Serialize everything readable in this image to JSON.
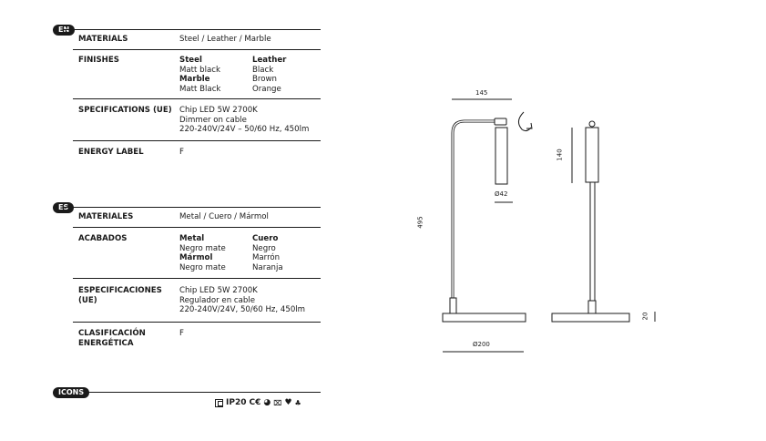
{
  "en": {
    "tag": "EN",
    "rows": [
      {
        "label": "MATERIALS",
        "value": "Steel / Leather / Marble"
      },
      {
        "label": "FINISHES",
        "groups": {
          "col1": [
            {
              "t": "Steel",
              "b": true
            },
            {
              "t": "Matt black"
            },
            {
              "t": "Marble",
              "b": true
            },
            {
              "t": "Matt Black"
            }
          ],
          "col2": [
            {
              "t": "Leather",
              "b": true
            },
            {
              "t": "Black"
            },
            {
              "t": "Brown"
            },
            {
              "t": "Orange"
            }
          ]
        }
      },
      {
        "label": "SPECIFICATIONS (UE)",
        "lines": [
          "Chip LED 5W 2700K",
          "Dimmer on cable",
          "220-240V/24V – 50/60 Hz, 450lm"
        ]
      },
      {
        "label": "ENERGY LABEL",
        "value": "F"
      }
    ]
  },
  "es": {
    "tag": "ES",
    "rows": [
      {
        "label": "MATERIALES",
        "value": "Metal / Cuero / Mármol"
      },
      {
        "label": "ACABADOS",
        "groups": {
          "col1": [
            {
              "t": "Metal",
              "b": true
            },
            {
              "t": "Negro mate"
            },
            {
              "t": "Mármol",
              "b": true
            },
            {
              "t": "Negro mate"
            }
          ],
          "col2": [
            {
              "t": "Cuero",
              "b": true
            },
            {
              "t": "Negro"
            },
            {
              "t": "Marrón"
            },
            {
              "t": "Naranja"
            }
          ]
        }
      },
      {
        "label": "ESPECIFICACIONES (UE)",
        "lines": [
          "Chip LED 5W 2700K",
          "Regulador en cable",
          "220-240V/24V, 50/60 Hz, 450lm"
        ]
      },
      {
        "label": "CLASIFICACIÓN ENERGÉTICA",
        "value": "F"
      }
    ]
  },
  "icons": {
    "tag": "ICONS",
    "ip": "IP20",
    "items": [
      "class-ii-icon",
      "ce-mark-icon",
      "dimmable-icon",
      "no-bin-icon",
      "led-icon",
      "energy-icon"
    ]
  },
  "drawing": {
    "width": "145",
    "height_total": "495",
    "head_height": "140",
    "head_diameter": "Ø42",
    "base_diameter": "Ø200",
    "base_height": "20"
  }
}
